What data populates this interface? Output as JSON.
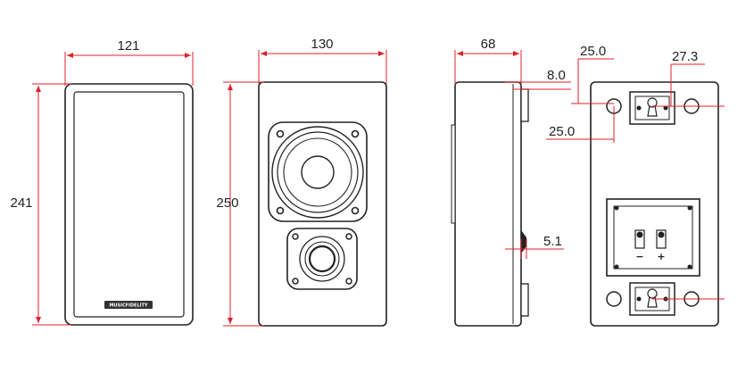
{
  "front_view": {
    "width": "121",
    "height": "241",
    "logo_text": "MUSICFIDELITY"
  },
  "driver_view": {
    "width": "130",
    "height": "250"
  },
  "side_view": {
    "depth": "68",
    "offset": "8.0",
    "protrusion": "5.1"
  },
  "back_view": {
    "dim_top_left": "25.0",
    "dim_top_right": "27.3",
    "dim_mid_left": "25.0",
    "terminal_minus": "−",
    "terminal_plus": "+"
  },
  "colors": {
    "dimension_line": "#e0202a",
    "outline": "#222222",
    "fill": "#ffffff"
  }
}
